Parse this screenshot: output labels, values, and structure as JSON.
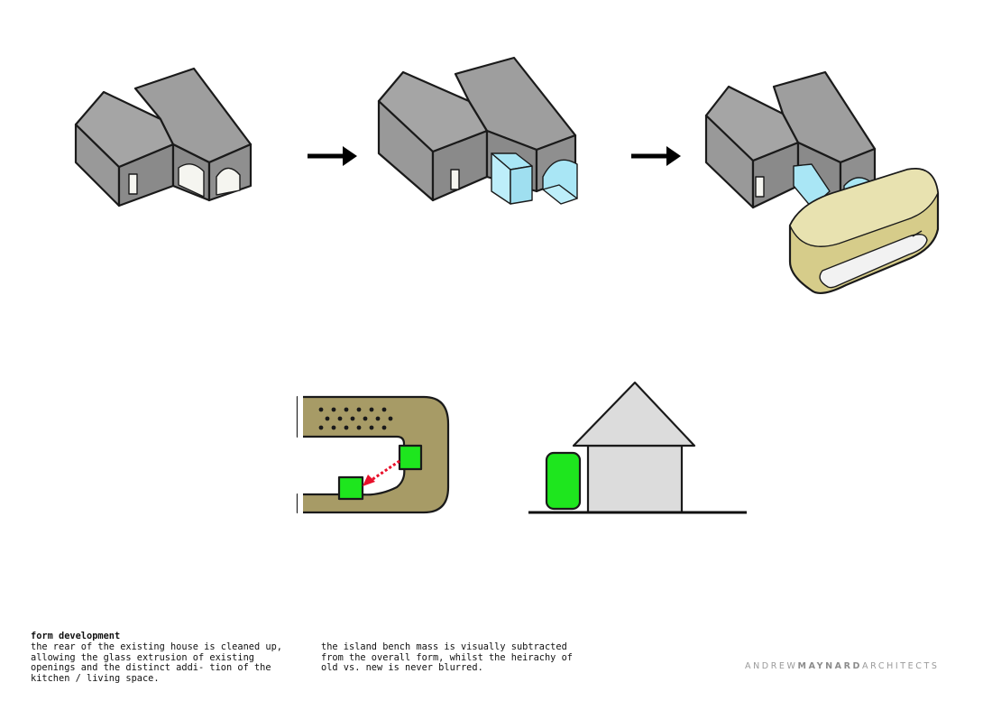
{
  "caption": {
    "heading": "form development",
    "column_1": "the rear of the existing house is cleaned up, allowing the glass extrusion of existing openings and the distinct addi- tion of the kitchen / living space.",
    "column_2": "the island bench mass is visually subtracted from the overall form, whilst the heirachy of old vs. new is never blurred."
  },
  "brand": {
    "part_1": "ANDREW",
    "part_2": "MAYNARD",
    "part_3": "ARCHITECTS"
  },
  "colors": {
    "house_grey": "#8f8f8f",
    "roof_grey": "#b9b9b9",
    "glass_blue": "#a9e6f5",
    "addition_khaki": "#d6cc8a",
    "bench_olive": "#a79b66",
    "bench_green": "#1ee61e",
    "arrow_red": "#e8102a",
    "elevation_grey": "#dcdcdc"
  }
}
